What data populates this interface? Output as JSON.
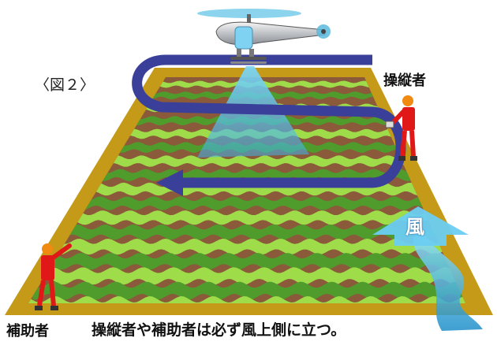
{
  "labels": {
    "figure": "〈図２〉",
    "operator": "操縦者",
    "assistant": "補助者",
    "wind": "風",
    "caption": "操縦者や補助者は必ず風上側に立つ。"
  },
  "colors": {
    "field_border": "#c49a18",
    "soil": "#8a5a3a",
    "crop_row_light": "#9fdc4a",
    "crop_row_dark": "#4f9c2c",
    "flight_path": "#3a3f9a",
    "spray": "#5cc8f0",
    "wind_arrow": "#5ec6ee",
    "person_suit": "#e01818",
    "helmet": "#f08a10"
  },
  "icons": [
    "helicopter-icon",
    "operator-person-icon",
    "assistant-person-icon",
    "wind-arrow-icon",
    "flight-path-arrow-icon"
  ]
}
